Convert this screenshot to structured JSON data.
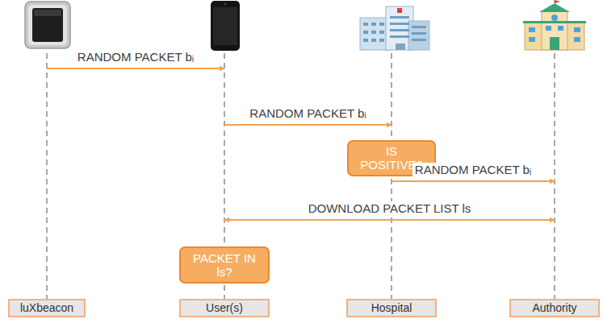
{
  "diagram": {
    "nodes": [
      {
        "text": [
          "IS POSITIVE?"
        ]
      },
      {
        "text": [
          "PACKET IN ls?"
        ]
      },
      {
        "text": [
          "luXbeacon"
        ]
      },
      {
        "text": [
          "User(s)"
        ]
      },
      {
        "text": [
          "Hospital"
        ]
      },
      {
        "text": [
          "Authority"
        ]
      }
    ],
    "edges": [
      {
        "from": 2,
        "to": 3,
        "label": "RANDOM PACKET bᵢ",
        "arrow": "to"
      },
      {
        "from": 3,
        "to": 4,
        "label": "RANDOM PACKET bᵢ",
        "arrow": "to"
      },
      {
        "from": 4,
        "to": 5,
        "label": "RANDOM PACKET bᵢ",
        "arrow": "to"
      },
      {
        "from": 3,
        "to": 5,
        "label": "DOWNLOAD PACKET LIST ls",
        "arrow": "both"
      }
    ]
  }
}
